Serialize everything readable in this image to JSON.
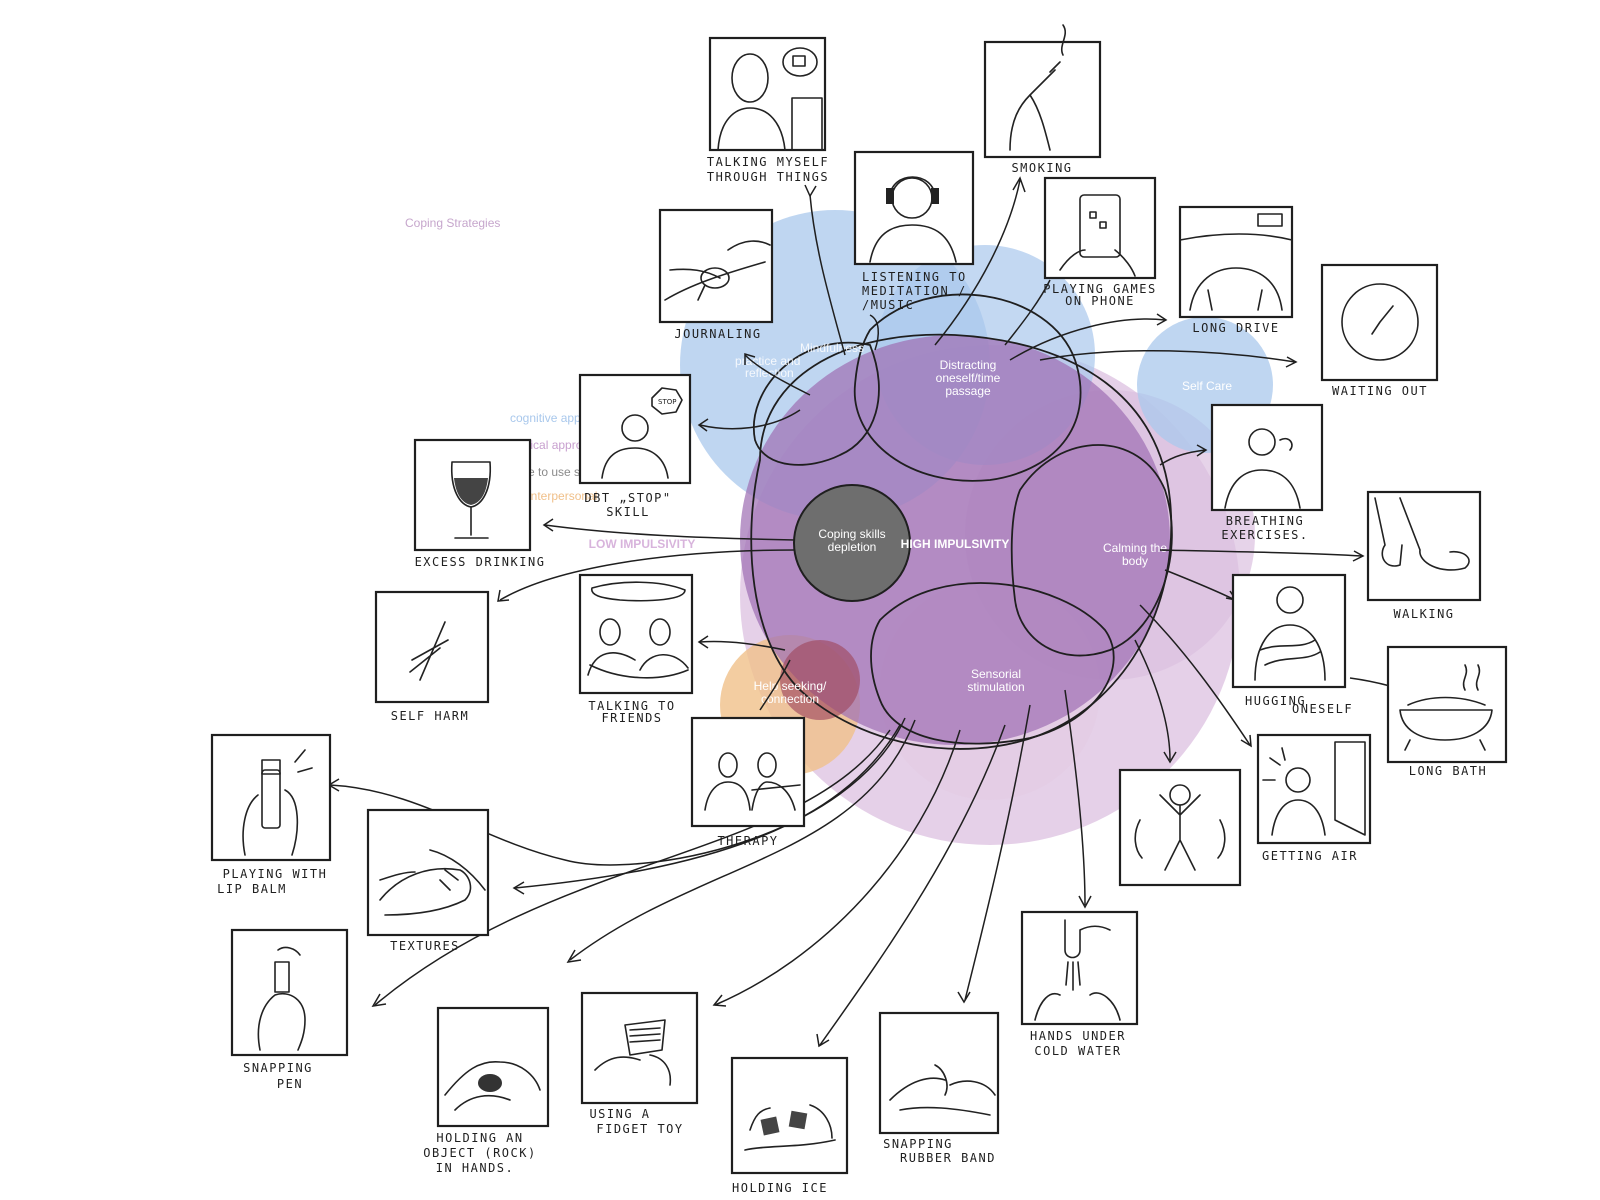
{
  "title": "Coping Strategies",
  "legend": {
    "items": [
      {
        "label": "cognitive approach",
        "color": "#a9c8ec"
      },
      {
        "label": "physical approach",
        "color": "#c8a0cf"
      },
      {
        "label": "not able to use skills",
        "color": "#8a8a8a"
      },
      {
        "label": "interpersonal",
        "color": "#f0c08a"
      }
    ]
  },
  "axis": {
    "low": "LOW IMPULSIVITY",
    "high": "HIGH IMPULSIVITY"
  },
  "clusters": {
    "center": "Coping skills depletion",
    "mindfulness": "Mindfulness practice and reflection",
    "distracting": "Distracting oneself/time passage",
    "self_care": "Self Care",
    "calming": "Calming the body",
    "sensorial": "Sensorial stimulation",
    "help": "Help seeking/ connection"
  },
  "cards": [
    {
      "id": "talking-myself",
      "label": "TALKING MYSELF THROUGH THINGS",
      "icon": "self-talk-icon"
    },
    {
      "id": "smoking",
      "label": "SMOKING",
      "icon": "cigarette-icon"
    },
    {
      "id": "listening",
      "label": "LISTENING TO MEDITATION / /MUSIC",
      "icon": "headphones-icon"
    },
    {
      "id": "playing-games",
      "label": "PLAYING GAMES ON PHONE",
      "icon": "phone-icon"
    },
    {
      "id": "long-drive",
      "label": "LONG DRIVE",
      "icon": "steering-wheel-icon"
    },
    {
      "id": "journaling",
      "label": "JOURNALING",
      "icon": "pen-writing-icon"
    },
    {
      "id": "waiting-out",
      "label": "WAITING OUT",
      "icon": "clock-icon"
    },
    {
      "id": "dbt-stop",
      "label": "DBT „STOP\" SKILL",
      "icon": "stop-sign-icon"
    },
    {
      "id": "breathing",
      "label": "BREATHING EXERCISES.",
      "icon": "breathing-icon"
    },
    {
      "id": "excess-drinking",
      "label": "EXCESS DRINKING",
      "icon": "wine-glass-icon"
    },
    {
      "id": "walking",
      "label": "WALKING",
      "icon": "feet-walking-icon"
    },
    {
      "id": "self-harm",
      "label": "SELF HARM",
      "icon": "scratches-icon"
    },
    {
      "id": "talking-friends",
      "label": "TALKING TO FRIENDS",
      "icon": "friends-talking-icon"
    },
    {
      "id": "hugging",
      "label": "HUGGING ONESELF",
      "icon": "self-hug-icon"
    },
    {
      "id": "long-bath",
      "label": "LONG BATH",
      "icon": "bathtub-icon"
    },
    {
      "id": "therapy",
      "label": "THERAPY",
      "icon": "therapy-session-icon"
    },
    {
      "id": "exercise",
      "label": "",
      "icon": "jumping-person-icon"
    },
    {
      "id": "getting-air",
      "label": "GETTING AIR",
      "icon": "open-window-icon"
    },
    {
      "id": "lip-balm",
      "label": "PLAYING WITH LIP BALM",
      "icon": "lip-balm-icon"
    },
    {
      "id": "textures",
      "label": "TEXTURES",
      "icon": "hand-texture-icon"
    },
    {
      "id": "cold-water",
      "label": "HANDS UNDER COLD WATER",
      "icon": "faucet-hands-icon"
    },
    {
      "id": "snapping-pen",
      "label": "SNAPPING PEN",
      "icon": "pen-click-icon"
    },
    {
      "id": "holding-object",
      "label": "HOLDING AN OBJECT (ROCK) IN HANDS.",
      "icon": "rock-in-hand-icon"
    },
    {
      "id": "fidget-toy",
      "label": "USING A FIDGET TOY",
      "icon": "fidget-toy-icon"
    },
    {
      "id": "rubber-band",
      "label": "SNAPPING RUBBER BAND",
      "icon": "rubber-band-icon"
    },
    {
      "id": "holding-ice",
      "label": "HOLDING ICE",
      "icon": "ice-cubes-icon"
    }
  ],
  "colors": {
    "blue": "#a9c8ec",
    "purple_big": "#b088c4",
    "purple_light": "#dcc0e0",
    "orange": "#f0c08a",
    "center": "#6e6e6e"
  }
}
